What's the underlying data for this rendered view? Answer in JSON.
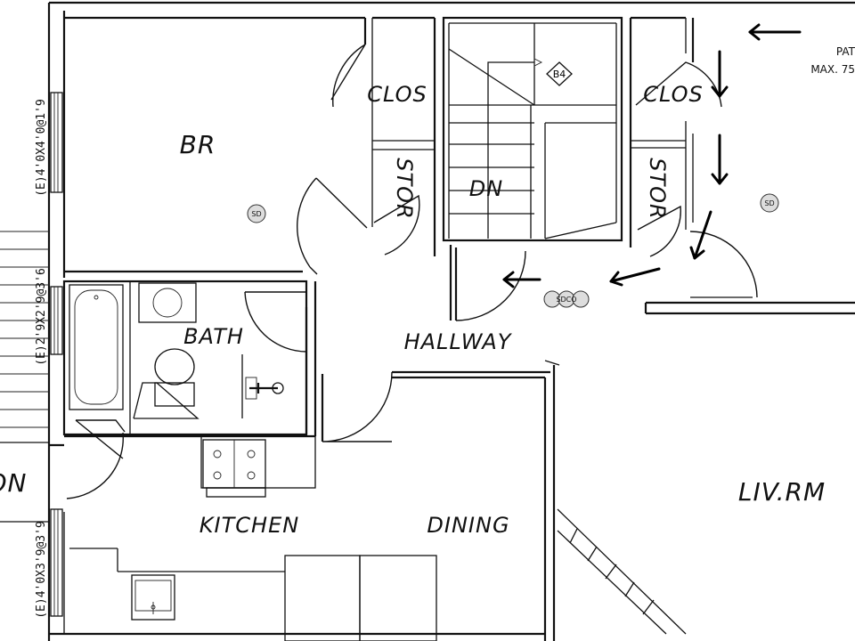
{
  "rooms": {
    "br": "BR",
    "clos_left": "CLOS",
    "clos_right": "CLOS",
    "stor_left": "STOR",
    "stor_right": "STOR",
    "stair": "DN",
    "bath": "BATH",
    "hallway": "HALLWAY",
    "kitchen": "KITCHEN",
    "dining": "DINING",
    "living": "LIV.RM",
    "cut_left": "ON"
  },
  "windows": {
    "w1": "(E)4'0X4'0@1'9",
    "w2": "(E)2'9X2'9@3'6",
    "w3": "(E)4'0X3'9@3'9"
  },
  "tags": {
    "b4": "B4",
    "patio_line1": "PAT",
    "patio_line2": "MAX. 75"
  },
  "detectors": {
    "sd_br": "SD",
    "sd_right": "SD",
    "sdco_hall": "SDCO"
  },
  "icons": {
    "egress": "arrow-icon",
    "smoke": "smoke-detector-icon"
  },
  "colors": {
    "line": "#111111",
    "background": "#ffffff",
    "detector_fill": "#dddddd"
  }
}
